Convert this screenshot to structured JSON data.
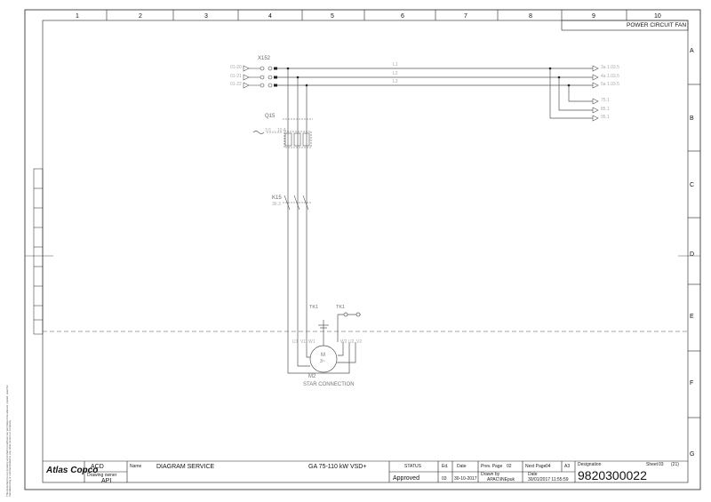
{
  "columns": [
    "1",
    "2",
    "3",
    "4",
    "5",
    "6",
    "7",
    "8",
    "9",
    "10"
  ],
  "rows": [
    "A",
    "B",
    "C",
    "D",
    "E",
    "F",
    "G"
  ],
  "header_title": "POWER CIRCUIT FAN",
  "terminal": {
    "name": "X152",
    "inputs": [
      "01-20",
      "01-21",
      "01-22"
    ]
  },
  "lines": [
    "L1",
    "L2",
    "L3"
  ],
  "outputs": [
    "3a 1.03.5",
    "4a 1.03.5",
    "5a 1.03.5",
    "75.1",
    "85.1",
    "95.1"
  ],
  "breaker": {
    "name": "Q15",
    "setting": "3.6 ... 10 A"
  },
  "contactor": {
    "name": "K15",
    "ref": "36.3"
  },
  "motor": {
    "name": "M2",
    "symbol": "M",
    "phases": "3~",
    "note": "STAR CONNECTION"
  },
  "thermistors": [
    "TK1",
    "TK1"
  ],
  "motor_terms": [
    "U1",
    "V1",
    "W1",
    "W2",
    "U2",
    "V2"
  ],
  "side_notice": "This document is our property and shall not without our permission be altered, copied, used for manufacturing or communicated to any other person or company.",
  "title_block": {
    "logo": "Atlas Copco",
    "code": "ACD",
    "drawing_owner_label": "Drawing owner",
    "drawing_owner": "API",
    "name_label": "Name",
    "name": "DIAGRAM SERVICE",
    "product": "GA 75-110 kW VSD+",
    "status_label": "STATUS",
    "status": "Approved",
    "ed_label": "Ed.",
    "ed": "03",
    "date_label": "Date",
    "date": "30-10-2017",
    "prev_page_label": "Prev. Page",
    "prev_page": "02",
    "next_page_label": "Next Page",
    "next_page": "04",
    "format": "A3",
    "drawn_by_label": "Drawn by",
    "drawn_by": "APAC\\INEpuk",
    "date2_label": "Date",
    "date2": "30/01/2017 11:55:59",
    "designation_label": "Designation",
    "sheet_label": "Sheet",
    "sheet": "03",
    "sheet_total": "(21)",
    "designation": "9820300022"
  }
}
